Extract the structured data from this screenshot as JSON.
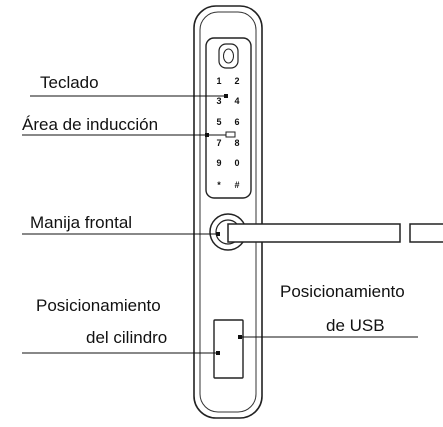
{
  "labels": {
    "keypad": "Teclado",
    "induction_area": "Área de inducción",
    "front_handle": "Manija frontal",
    "cylinder_position_line1": "Posicionamiento",
    "cylinder_position_line2": "del cilindro",
    "usb_position_line1": "Posicionamiento",
    "usb_position_line2": "de USB"
  },
  "keypad": {
    "keys": [
      "1",
      "2",
      "3",
      "4",
      "5",
      "6",
      "7",
      "8",
      "9",
      "0",
      "*",
      "#"
    ]
  },
  "colors": {
    "ink": "#111111",
    "background": "#ffffff"
  }
}
